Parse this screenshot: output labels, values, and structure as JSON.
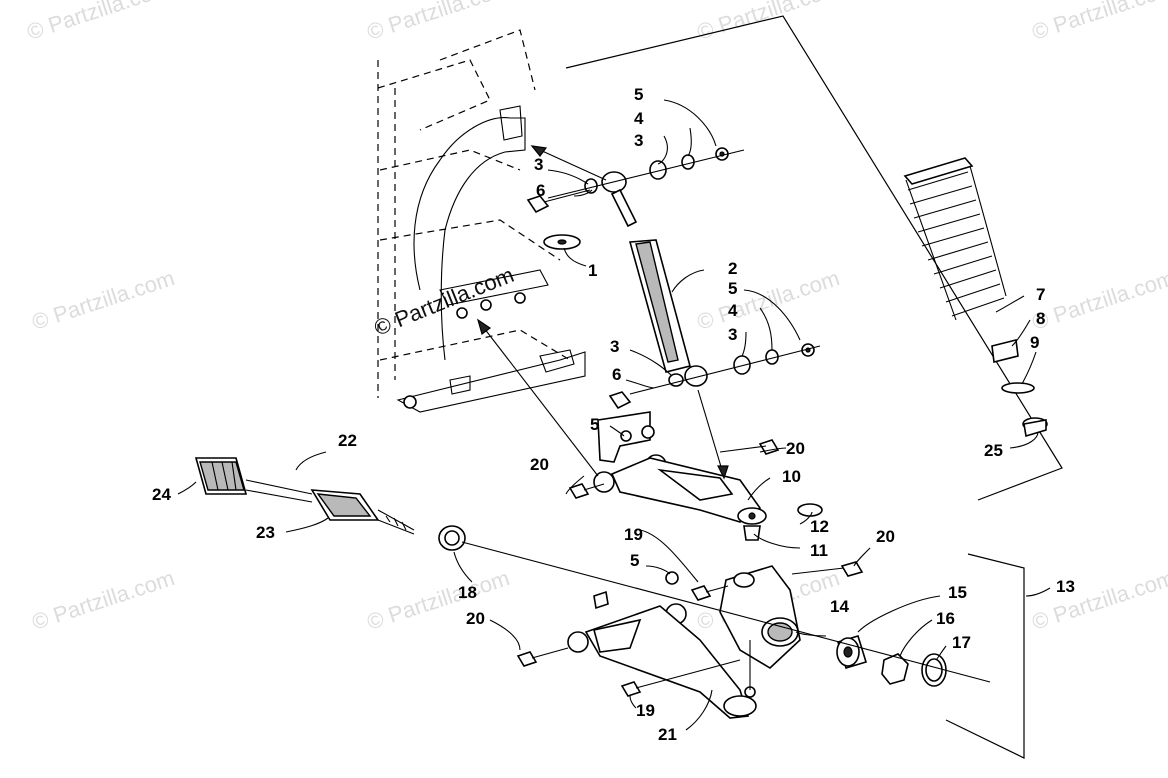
{
  "watermarks": {
    "corner_text": "© Partzilla.com",
    "faint_text": "Partzilla.com",
    "main_text": "© Partzilla.com"
  },
  "callouts": {
    "c1": "1",
    "c2": "2",
    "c3a": "3",
    "c3b": "3",
    "c3c": "3",
    "c3d": "3",
    "c4a": "4",
    "c4b": "4",
    "c5a": "5",
    "c5b": "5",
    "c5c": "5",
    "c5d": "5",
    "c6a": "6",
    "c6b": "6",
    "c7": "7",
    "c8": "8",
    "c9": "9",
    "c10": "10",
    "c11": "11",
    "c12": "12",
    "c13": "13",
    "c14": "14",
    "c15": "15",
    "c16": "16",
    "c17": "17",
    "c18": "18",
    "c19a": "19",
    "c19b": "19",
    "c20a": "20",
    "c20b": "20",
    "c20c": "20",
    "c20d": "20",
    "c21": "21",
    "c22": "22",
    "c23": "23",
    "c24": "24",
    "c25": "25"
  }
}
